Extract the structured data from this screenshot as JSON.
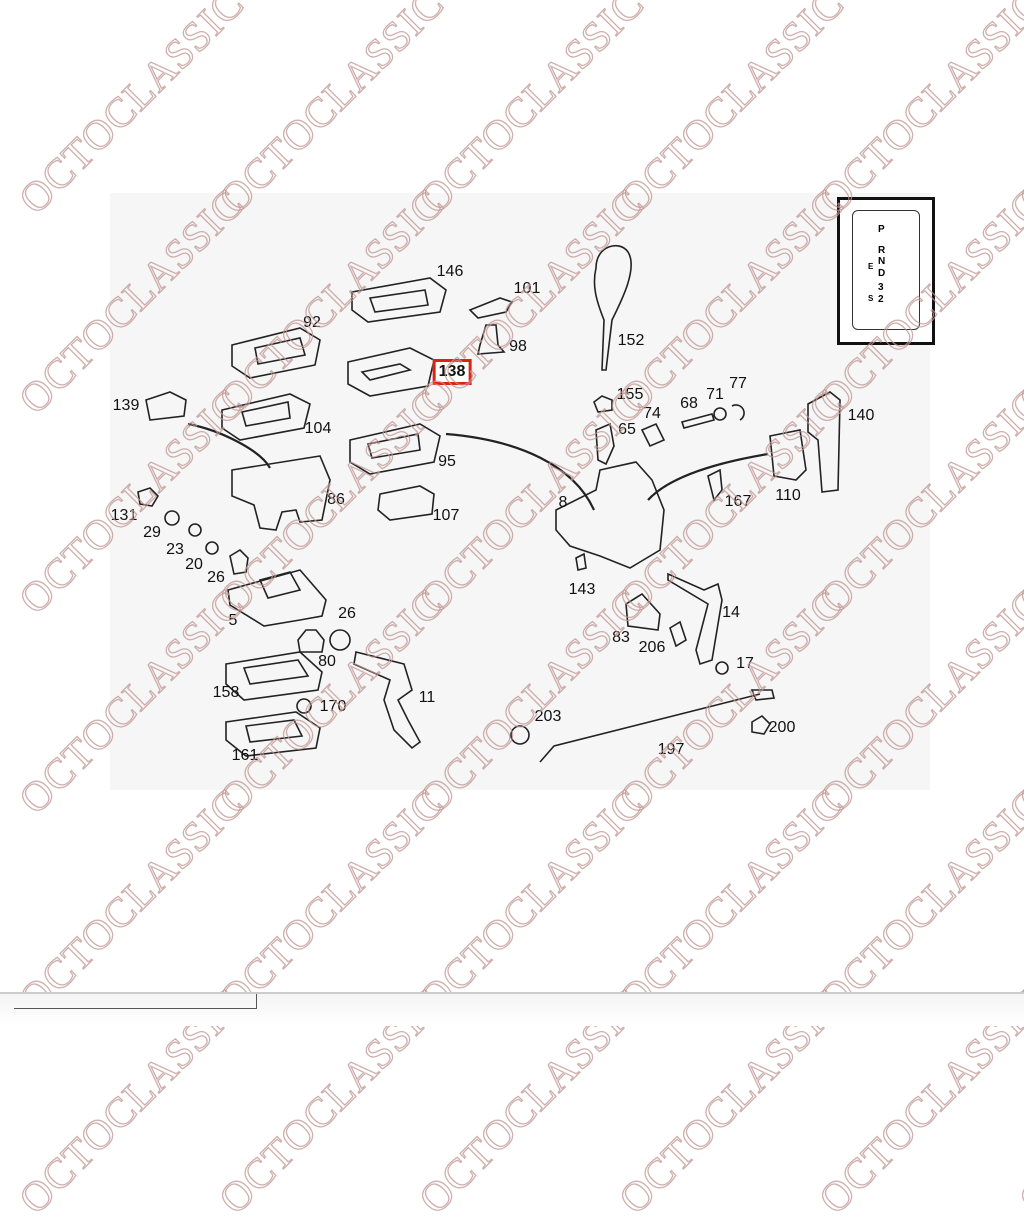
{
  "watermark": "OCTOCLASSIC",
  "highlight_color": "#e02010",
  "highlighted_part": "138",
  "part_labels": [
    "146",
    "101",
    "92",
    "98",
    "152",
    "138",
    "139",
    "104",
    "155",
    "74",
    "68",
    "71",
    "77",
    "65",
    "140",
    "95",
    "131",
    "29",
    "86",
    "107",
    "8",
    "167",
    "110",
    "23",
    "20",
    "26",
    "143",
    "5",
    "26",
    "83",
    "14",
    "206",
    "80",
    "17",
    "158",
    "170",
    "11",
    "203",
    "200",
    "197",
    "161"
  ],
  "shift_gate": {
    "positions": [
      "P",
      "R",
      "N",
      "D",
      "3",
      "2"
    ],
    "mode_labels": [
      "E",
      "S"
    ]
  }
}
